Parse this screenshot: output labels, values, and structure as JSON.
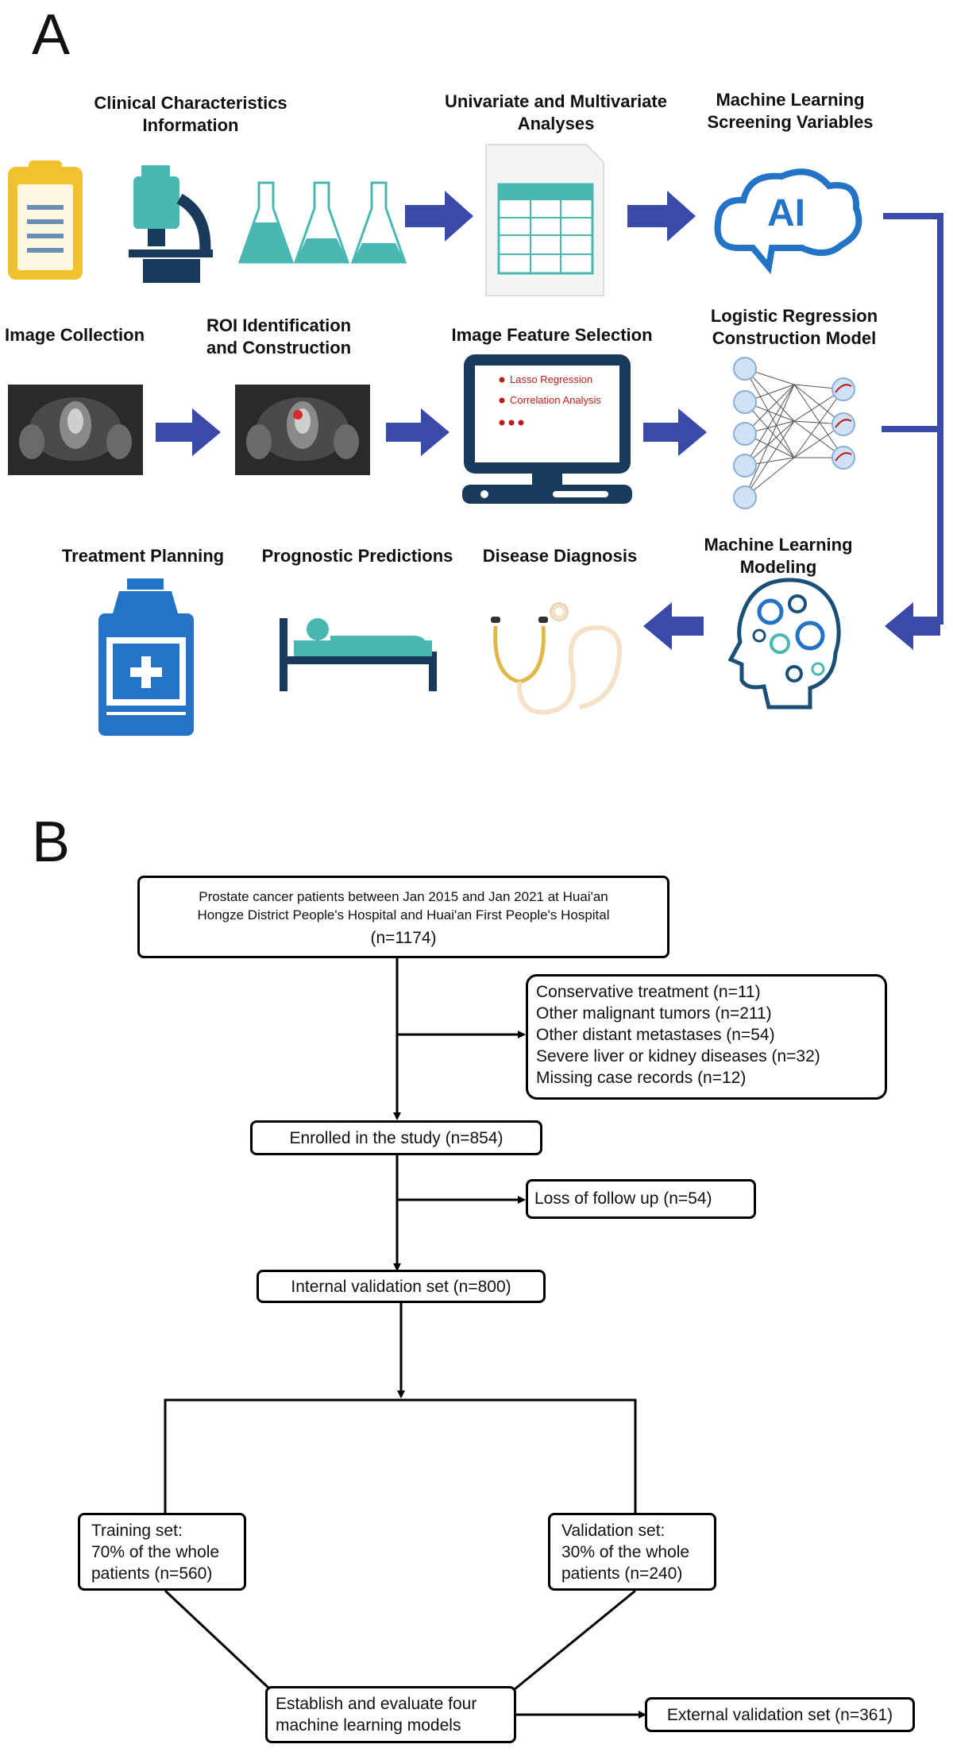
{
  "panelA": {
    "letter": "A",
    "labels": {
      "clinical": "Clinical Characteristics Information",
      "univariate": "Univariate and Multivariate Analyses",
      "ml_screening": "Machine Learning Screening Variables",
      "ai_text": "AI",
      "image_collection": "Image Collection",
      "roi": "ROI Identification and Construction",
      "feature_selection": "Image Feature Selection",
      "lasso": "Lasso Regression",
      "correlation": "Correlation Analysis",
      "logistic": "Logistic Regression Construction Model",
      "treatment": "Treatment Planning",
      "prognostic": "Prognostic Predictions",
      "diagnosis": "Disease Diagnosis",
      "ml_modeling": "Machine Learning Modeling"
    },
    "icons": [
      "clipboard-icon",
      "microscope-icon",
      "flask-icon",
      "spreadsheet-icon",
      "ai-cloud-icon",
      "mri-image",
      "mri-roi-image",
      "computer-icon",
      "neural-network-icon",
      "medicine-bottle-icon",
      "hospital-bed-icon",
      "stethoscope-icon",
      "brain-gears-icon"
    ],
    "colors": {
      "arrow": "#3a4aa8",
      "teal": "#49b8b2",
      "navy": "#1a3a5c",
      "blue": "#2374c6",
      "yellow": "#f2c12e"
    }
  },
  "panelB": {
    "letter": "B",
    "top_box": {
      "line1": "Prostate cancer patients between Jan 2015 and Jan 2021 at Huai'an",
      "line2": "Hongze District People's Hospital and Huai'an First People's Hospital",
      "line3": "(n=1174)"
    },
    "exclusions": [
      "Conservative treatment (n=11)",
      "Other malignant tumors (n=211)",
      "Other distant metastases (n=54)",
      "Severe liver or kidney diseases (n=32)",
      "Missing case records (n=12)"
    ],
    "enrolled": "Enrolled in the study (n=854)",
    "loss": "Loss of follow up (n=54)",
    "internal": "Internal validation set (n=800)",
    "training": [
      "Training set:",
      "70% of the whole",
      "patients (n=560)"
    ],
    "validation": [
      "Validation set:",
      "30% of the whole",
      "patients (n=240)"
    ],
    "establish": [
      "Establish and evaluate four",
      "machine learning models"
    ],
    "external": "External validation set (n=361)"
  }
}
